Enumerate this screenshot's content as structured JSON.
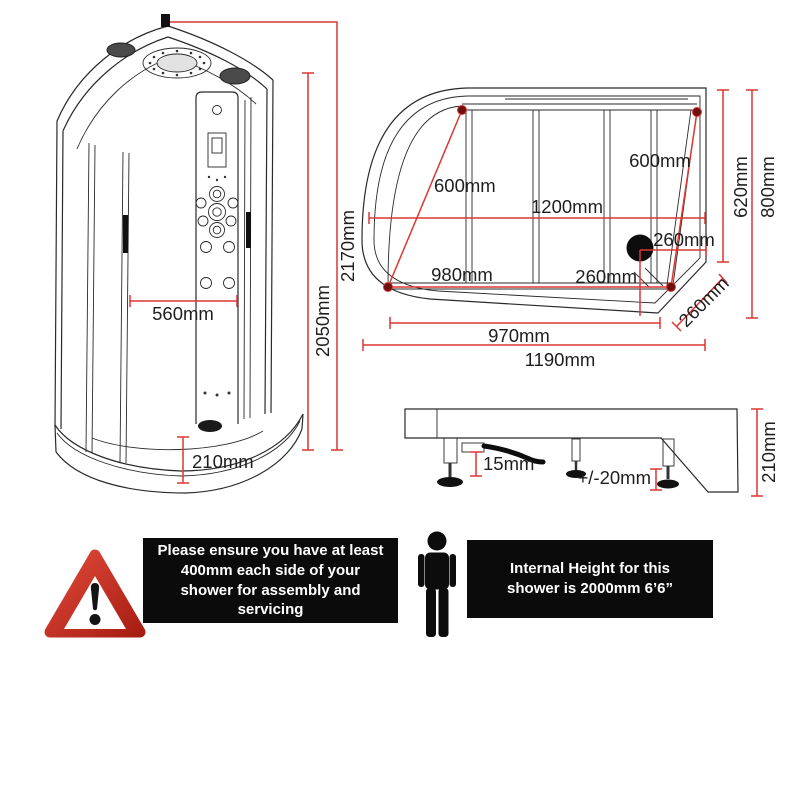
{
  "title": "Shower enclosure dimension diagram",
  "colors": {
    "dimension_red": "#dc3732",
    "corner_dot": "#6d1110",
    "linework": "#2a2a2a",
    "notice_bg": "#0b0b0b",
    "notice_text": "#ffffff",
    "warning_red": "#c7241c"
  },
  "front_view": {
    "overall_height": "2170mm",
    "glass_height": "2050mm",
    "panel_width": "560mm",
    "tray_height": "210mm"
  },
  "plan_view": {
    "left_glass_diagonal": "600mm",
    "right_glass_diagonal": "600mm",
    "internal_width": "1200mm",
    "internal_depth": "620mm",
    "overall_depth": "800mm",
    "drain_from_edge": "260mm",
    "drain_from_front": "260mm",
    "rear_width": "980mm",
    "front_width": "970mm",
    "overall_width": "1190mm",
    "corner_door_width": "260mm"
  },
  "side_view": {
    "waste_clearance": "15mm",
    "leg_adjustment": "+/-20mm",
    "tray_height": "210mm"
  },
  "notices": {
    "clearance": {
      "lines": [
        "Please ensure you have at least",
        "400mm each side of your",
        "shower for assembly and",
        "servicing"
      ]
    },
    "internal_height": {
      "lines": [
        "Internal Height for this",
        "shower is 2000mm 6’6”"
      ]
    }
  }
}
